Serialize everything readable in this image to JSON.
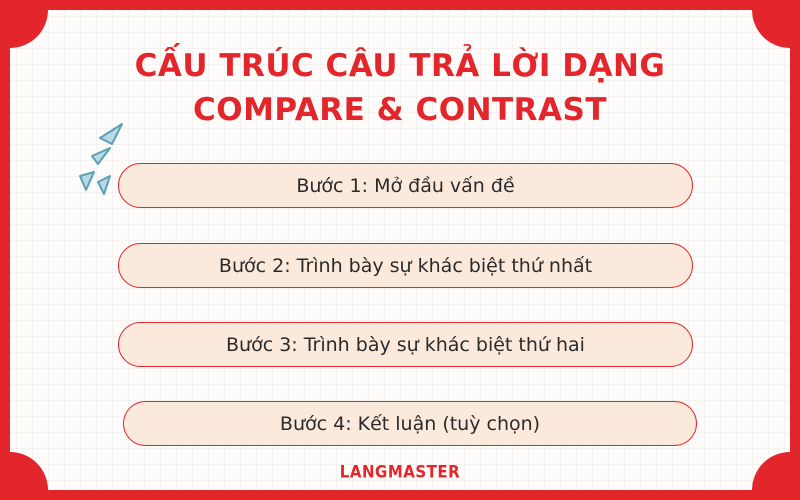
{
  "title": {
    "line1": "CẤU TRÚC CÂU TRẢ LỜI DẠNG",
    "line2": "COMPARE & CONTRAST"
  },
  "steps": [
    "Bước 1: Mở đầu vấn đề",
    "Bước 2: Trình bày sự khác biệt thứ nhất",
    "Bước 3: Trình bày sự khác biệt thứ hai",
    "Bước 4: Kết luận (tuỳ chọn)"
  ],
  "brand": {
    "logo": "LANGMASTER"
  },
  "colors": {
    "accent": "#e3262b",
    "panel_background": "#fdfcfb",
    "grid": "#ece9e6",
    "step_fill": "#fbeadc",
    "decor": "#b6dbe6"
  },
  "icons": [
    "sparkle-icon"
  ]
}
